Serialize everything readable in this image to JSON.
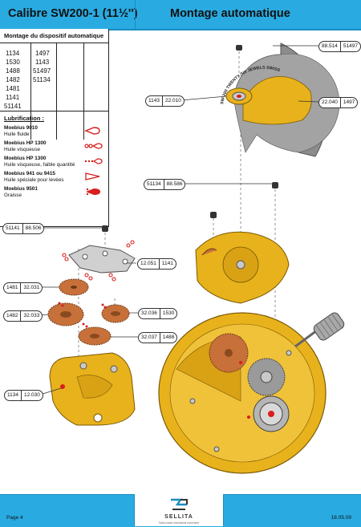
{
  "header": {
    "title": "Calibre SW200-1 (11½'')",
    "section": "Montage automatique"
  },
  "panel": {
    "title": "Montage du dispositif automatique",
    "refs": [
      [
        "1134",
        "1497"
      ],
      [
        "1530",
        "1143"
      ],
      [
        "1488",
        "51497"
      ],
      [
        "1482",
        "51134"
      ],
      [
        "1481",
        ""
      ],
      [
        "1141",
        ""
      ],
      [
        "51141",
        ""
      ]
    ],
    "lubrication_title": "Lubrification :",
    "lubricants": [
      {
        "name": "Moebius 9010",
        "desc": "Huile fluide",
        "icon": "oil-drop-outline-icon"
      },
      {
        "name": "Moebius HP 1300",
        "desc": "Huile visqueuse",
        "icon": "oil-drop-chain-icon"
      },
      {
        "name": "Moebius HP 1300",
        "desc": "Huile visqueuse, faible quantité",
        "icon": "oil-drop-dotted-icon"
      },
      {
        "name": "Moebius 941 ou 9415",
        "desc": "Huile spéciale pour levées",
        "icon": "triangle-outline-icon"
      },
      {
        "name": "Moebius 9501",
        "desc": "Graisse",
        "icon": "grease-drop-filled-icon"
      }
    ]
  },
  "callouts": [
    {
      "id": "88.514",
      "ref": "51497"
    },
    {
      "id": "22.010",
      "ref": "1143"
    },
    {
      "id": "22.040",
      "ref": "1497"
    },
    {
      "id": "88.586",
      "ref": "51134"
    },
    {
      "id": "88.506",
      "ref": "51141"
    },
    {
      "id": "12.051",
      "ref": "1141"
    },
    {
      "id": "32.031",
      "ref": "1481"
    },
    {
      "id": "32.033",
      "ref": "1482"
    },
    {
      "id": "32.036",
      "ref": "1530"
    },
    {
      "id": "32.037",
      "ref": "1488"
    },
    {
      "id": "12.030",
      "ref": "1134"
    }
  ],
  "rotor_text": "SW-200 TWENTY-SIX JEWELS SWISS MADE",
  "footer": {
    "page": "Page 4",
    "logo": "SELLITA",
    "slogan": "Swiss made mechanical movement",
    "date": "18.05.09"
  },
  "colors": {
    "header": "#29abe2",
    "brass": "#e8b21c",
    "gear": "#c8703a",
    "rotor": "#8c8c8c",
    "lube": "#d81e1e"
  }
}
